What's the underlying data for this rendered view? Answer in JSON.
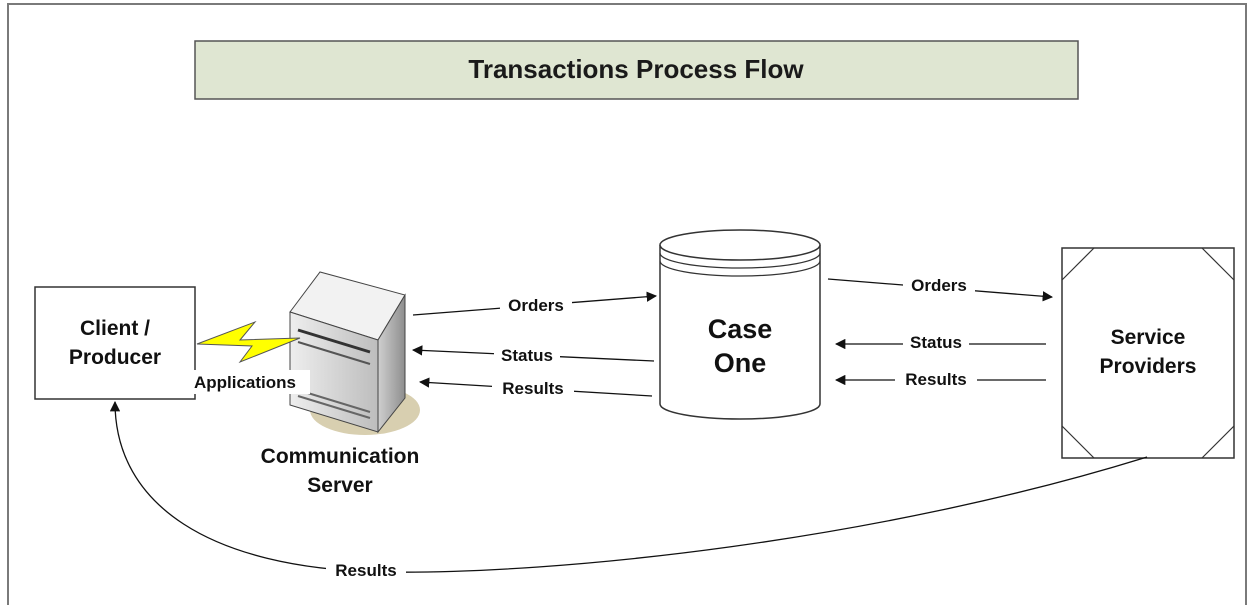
{
  "title": "Transactions Process Flow",
  "nodes": {
    "client": {
      "line1": "Client /",
      "line2": "Producer"
    },
    "server": {
      "line1": "Communication",
      "line2": "Server"
    },
    "case_one": {
      "line1": "Case",
      "line2": "One"
    },
    "providers": {
      "line1": "Service",
      "line2": "Providers"
    }
  },
  "edges": {
    "applications": "Applications",
    "orders_to_case": "Orders",
    "status_to_server": "Status",
    "results_to_server": "Results",
    "orders_to_providers": "Orders",
    "status_to_case": "Status",
    "results_to_case": "Results",
    "results_to_client": "Results"
  },
  "colors": {
    "title_fill": "#dfe6d2",
    "lightning": "#ffff00",
    "server_shadow": "#d8cfb0"
  }
}
